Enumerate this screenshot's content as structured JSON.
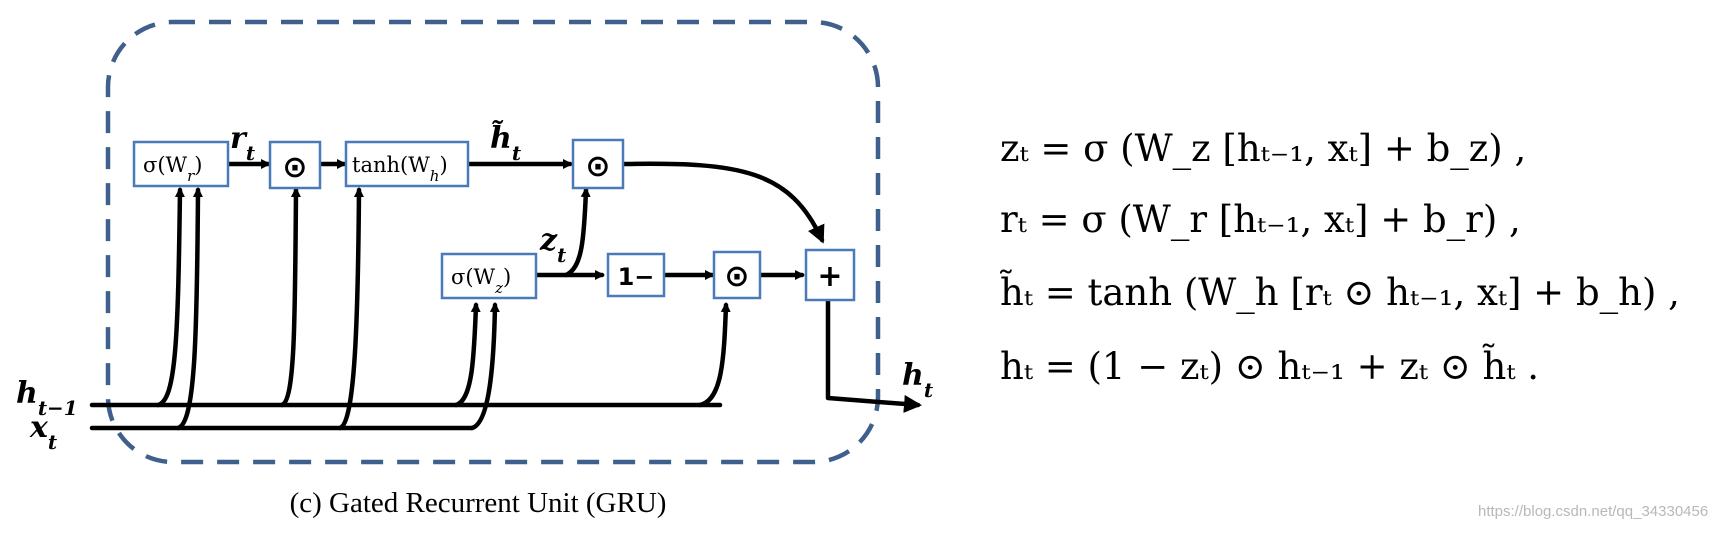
{
  "diagram": {
    "caption": "(c) Gated Recurrent Unit (GRU)",
    "inputs": {
      "h_prev": "h",
      "h_prev_sub": "t−1",
      "x": "x",
      "x_sub": "t"
    },
    "output": {
      "h": "h",
      "h_sub": "t"
    },
    "boxes": {
      "sigma_r": "σ(W",
      "sigma_r_sub": "r",
      "tanh": "tanh(W",
      "tanh_sub": "h",
      "sigma_z": "σ(W",
      "sigma_z_sub": "z",
      "one_minus": "1−",
      "hadamard": "⊙",
      "plus": "+"
    },
    "labels": {
      "r": "r",
      "r_sub": "t",
      "htilde": "h̃",
      "htilde_sub": "t",
      "z": "z",
      "z_sub": "t",
      "paren": ")"
    }
  },
  "equations": [
    "zₜ = σ (W_z [hₜ₋₁, xₜ] + b_z) ,",
    "rₜ = σ (W_r [hₜ₋₁, xₜ] + b_r) ,",
    "h̃ₜ = tanh (W_h [rₜ ⊙ hₜ₋₁, xₜ] + b_h) ,",
    "hₜ = (1 − zₜ) ⊙ hₜ₋₁ + zₜ ⊙ h̃ₜ ."
  ],
  "watermark": "https://blog.csdn.net/qq_34330456",
  "colors": {
    "box_border": "#4a7ab8",
    "dashed_border": "#3f5f8c",
    "wire": "#000000"
  }
}
